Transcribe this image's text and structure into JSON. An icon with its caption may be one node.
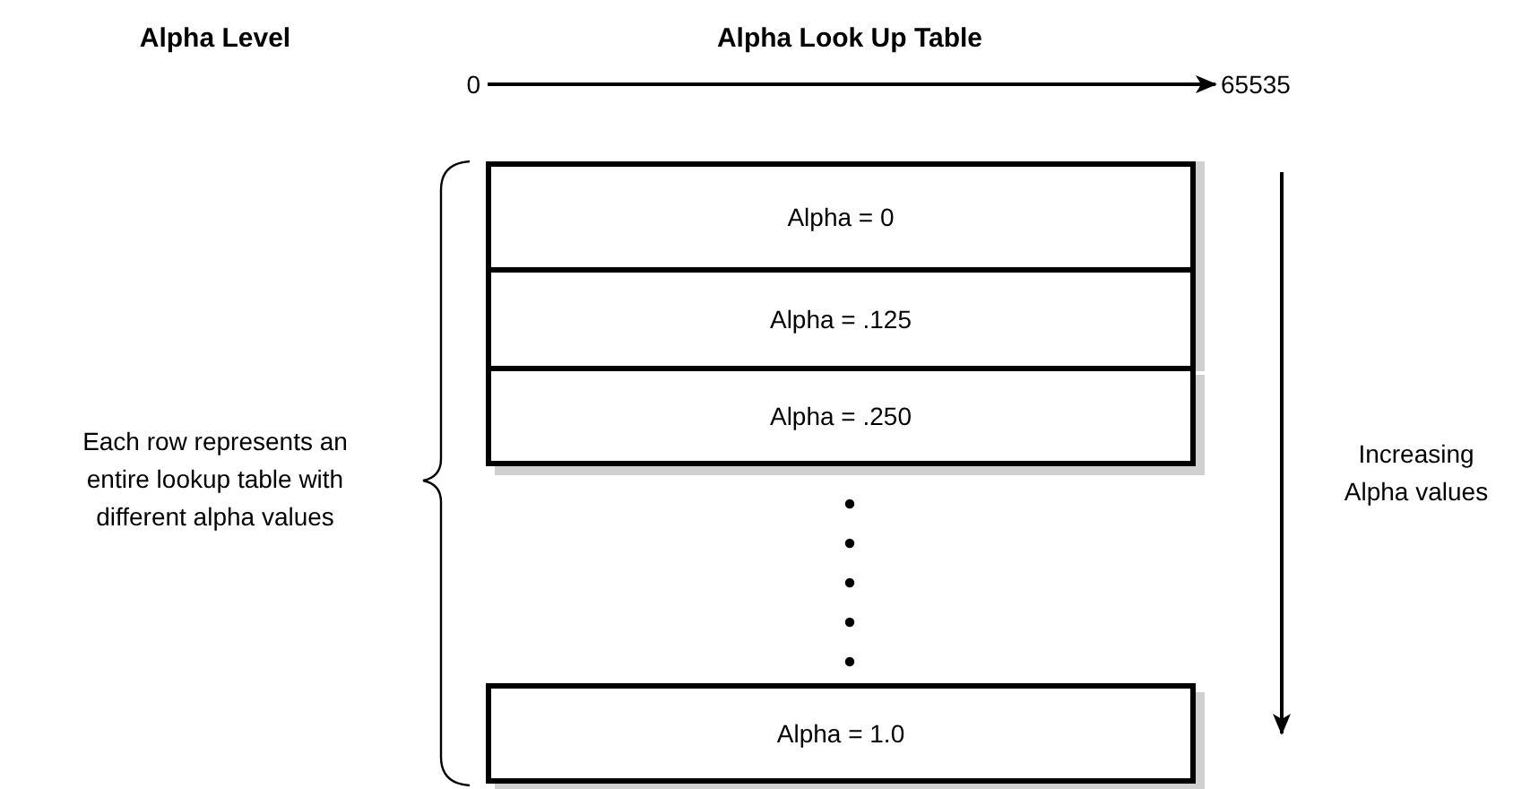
{
  "diagram": {
    "nodes": [
      {
        "text": [
          "Alpha = 0"
        ]
      },
      {
        "text": [
          "Alpha = .125"
        ]
      },
      {
        "text": [
          "Alpha = .250"
        ]
      },
      {
        "text": [
          "Alpha = 1.0"
        ]
      }
    ],
    "labels": [
      "Alpha Level",
      "Alpha Look Up Table",
      "0",
      "65535",
      "Each row represents an entire lookup table with different alpha values",
      "Increasing Alpha values"
    ]
  }
}
